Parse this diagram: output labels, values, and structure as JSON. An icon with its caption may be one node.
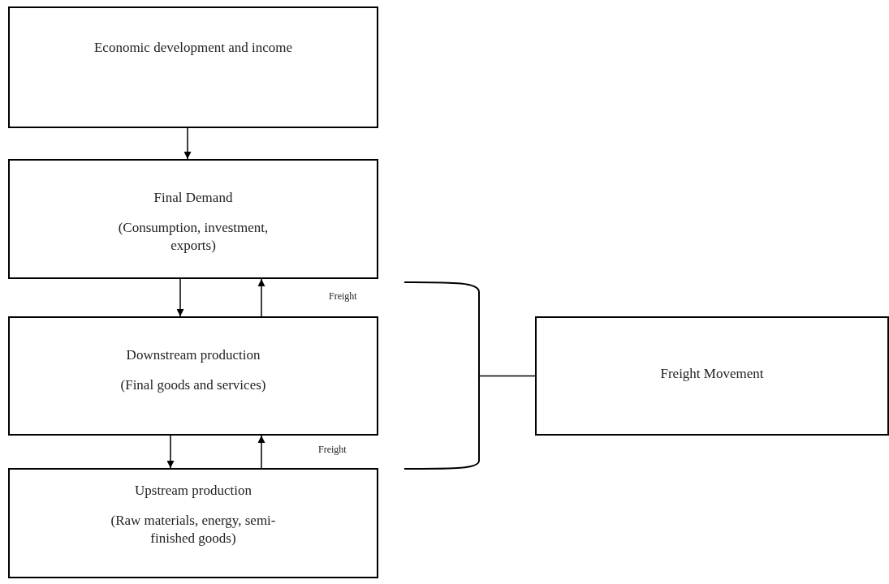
{
  "diagram": {
    "nodes": [
      {
        "text": [
          "Economic development and income"
        ]
      },
      {
        "text": [
          "Final Demand",
          "(Consumption, investment, exports)"
        ]
      },
      {
        "text": [
          "Downstream production",
          "(Final goods and services)"
        ]
      },
      {
        "text": [
          "Upstream production",
          "(Raw materials, energy, semi-finished goods)"
        ]
      },
      {
        "text": [
          "Freight Movement"
        ]
      },
      {
        "text": [],
        "shape": "bracket"
      }
    ],
    "edges": [
      {
        "from": 0,
        "to": 1,
        "arrow": "to"
      },
      {
        "from": 1,
        "to": 2,
        "arrow": "to"
      },
      {
        "from": 2,
        "to": 1,
        "arrow": "to"
      },
      {
        "from": 2,
        "to": 3,
        "arrow": "to"
      },
      {
        "from": 3,
        "to": 2,
        "arrow": "to"
      },
      {
        "from": 5,
        "to": 4,
        "arrow": "none"
      }
    ],
    "labels": [
      "Freight",
      "Freight"
    ]
  }
}
